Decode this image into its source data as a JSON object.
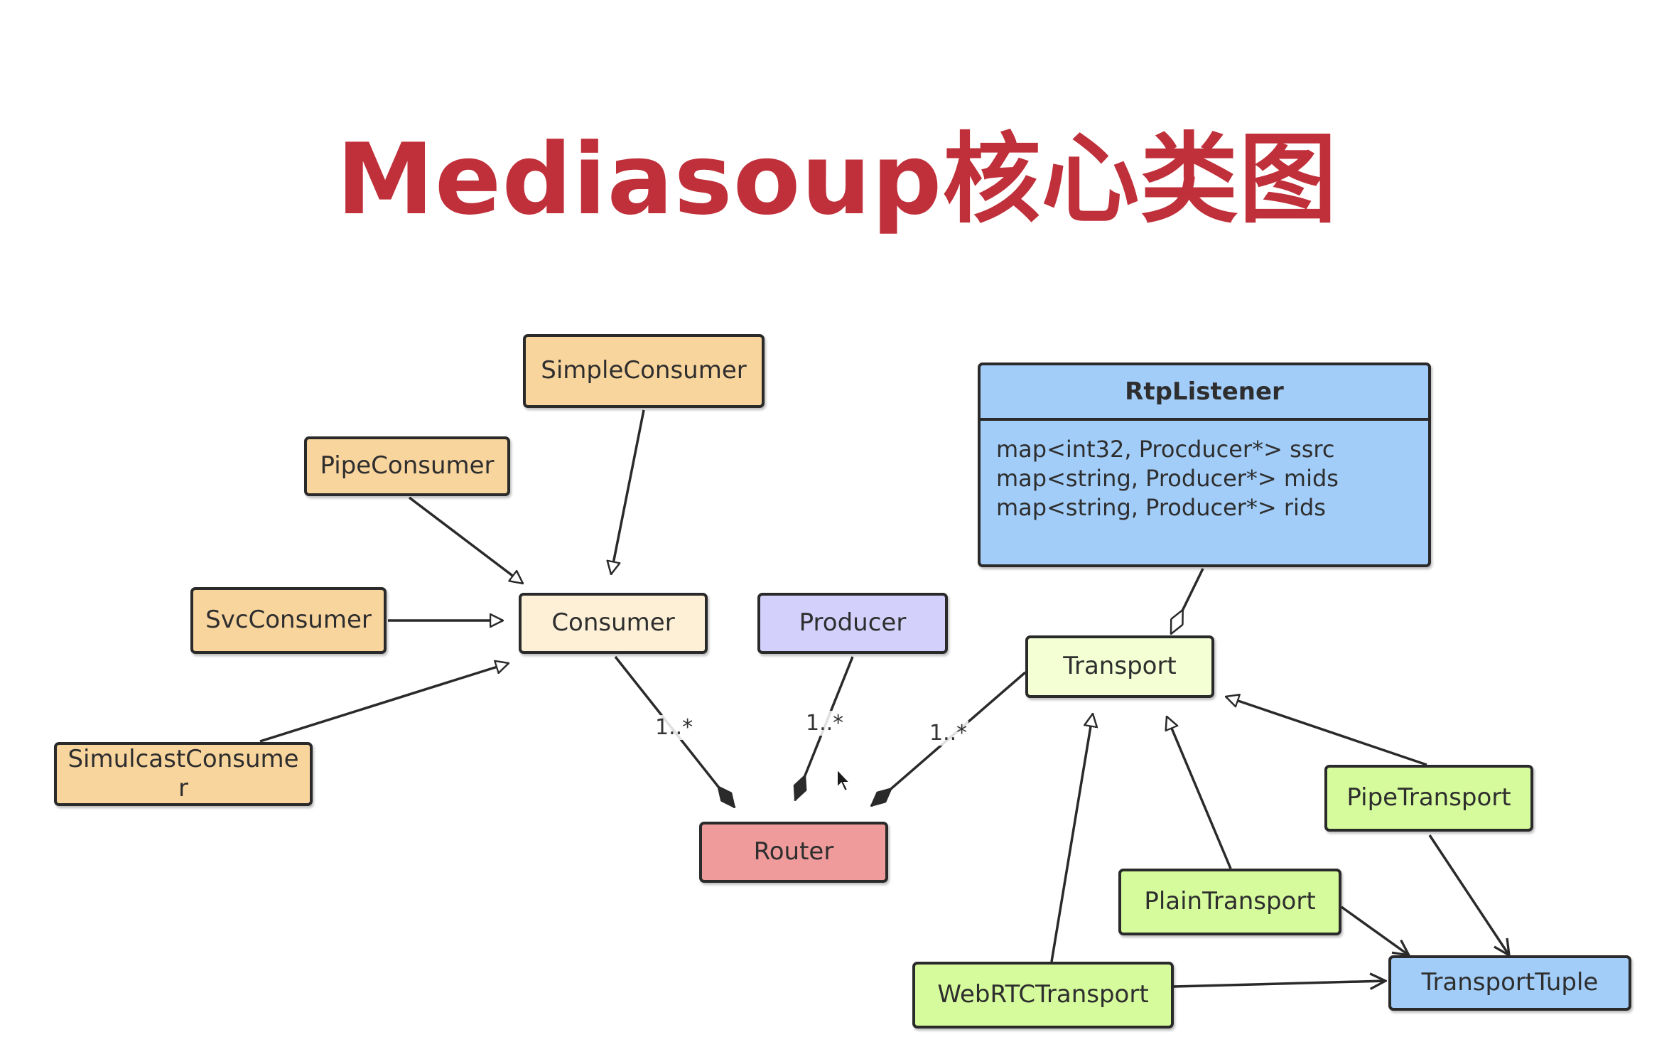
{
  "title": "Mediasoup核心类图",
  "nodes": {
    "simple_consumer": "SimpleConsumer",
    "pipe_consumer": "PipeConsumer",
    "svc_consumer": "SvcConsumer",
    "simulcast_consumer": "SimulcastConsume\nr",
    "consumer": "Consumer",
    "producer": "Producer",
    "router": "Router",
    "transport": "Transport",
    "pipe_transport": "PipeTransport",
    "plain_transport": "PlainTransport",
    "webrtc_transport": "WebRTCTransport",
    "transport_tuple": "TransportTuple"
  },
  "rtp_listener": {
    "name": "RtpListener",
    "attributes": [
      "map<int32, Procducer*> ssrc",
      "map<string, Producer*> mids",
      "map<string, Producer*> rids"
    ]
  },
  "multiplicity": {
    "consumer_router": "1..*",
    "producer_router": "1..*",
    "transport_router": "1..*"
  },
  "colors": {
    "title": "#c0303a",
    "consumer_subclass": "#f9d59e",
    "consumer": "#fdf0d6",
    "producer": "#d3d1fc",
    "router": "#ef9b9b",
    "transport": "#f4ffd3",
    "transport_subclass": "#d6fb9c",
    "rtp_listener": "#a2cdf9",
    "transport_tuple": "#a2cdf9"
  }
}
